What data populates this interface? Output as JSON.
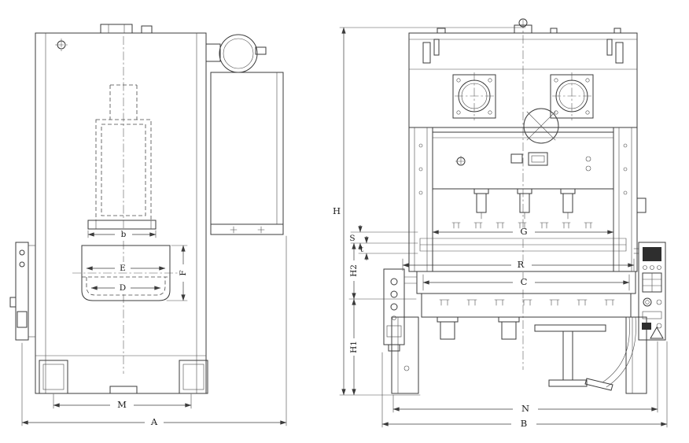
{
  "drawing": {
    "background": "#ffffff",
    "line_color": "#3b3b3b"
  },
  "views": {
    "side": {
      "labels": {
        "b": "b",
        "E": "E",
        "D": "D",
        "F": "F",
        "M": "M",
        "A": "A"
      }
    },
    "front": {
      "labels": {
        "H": "H",
        "S": "S",
        "t": "t",
        "H2": "H2",
        "H1": "H1",
        "G": "G",
        "R": "R",
        "C": "C",
        "N": "N",
        "B": "B"
      }
    }
  }
}
